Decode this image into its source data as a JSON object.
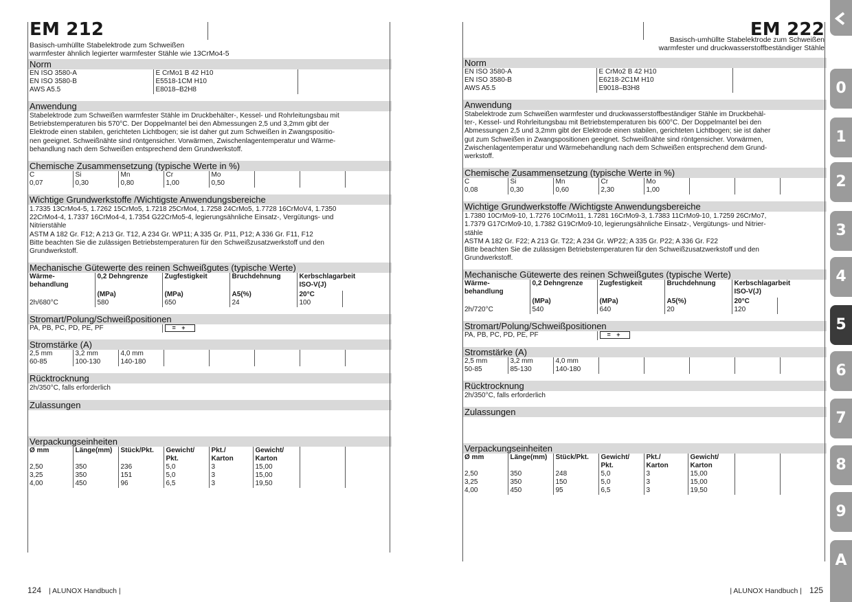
{
  "left": {
    "title": "EM 212",
    "subtitle": [
      "Basisch-umhüllte Stabelektrode zum Schweißen",
      "warmfester ähnlich legierter warmfester Stähle wie 13CrMo4-5"
    ],
    "norm": {
      "heading": "Norm",
      "rows": [
        [
          "EN ISO 3580-A",
          "E CrMo1 B 42 H10"
        ],
        [
          "EN ISO 3580-B",
          "E5518-1CM H10"
        ],
        [
          "AWS A5.5",
          "E8018–B2H8"
        ]
      ]
    },
    "anwendung": {
      "heading": "Anwendung",
      "lines": [
        "Stabelektrode zum Schweißen warmfester Stähle im Druckbehälter-, Kessel- und Rohrleitungsbau mit",
        "Betriebstemperaturen bis 570°C. Der Doppelmantel bei den Abmessungen 2,5 und 3,2mm gibt der",
        "Elektrode einen stabilen, gerichteten Lichtbogen; sie ist daher gut zum Schweißen in Zwangspositio-",
        "nen geeignet. Schweißnähte sind röntgensicher. Vorwärmen, Zwischenlagentemperatur und Wärme-",
        "behandlung nach dem Schweißen entsprechend dem Grundwerkstoff."
      ]
    },
    "chemie": {
      "heading": "Chemische Zusammensetzung (typische Werte in %)",
      "elements": [
        "C",
        "Si",
        "Mn",
        "Cr",
        "Mo"
      ],
      "values": [
        "0,07",
        "0,30",
        "0,80",
        "1,00",
        "0,50"
      ]
    },
    "grundwerkstoffe": {
      "heading": "Wichtige Grundwerkstoffe /Wichtigste Anwendungsbereiche",
      "lines": [
        "1.7335 13CrMo4-5, 1.7262 15CrMo5, 1.7218 25CrMo4, 1.7258 24CrMo5, 1.7728 16CrMoV4, 1.7350",
        "22CrMo4-4, 1.7337 16CrMo4-4, 1.7354 G22CrMo5-4, legierungsähnliche Einsatz-, Vergütungs- und",
        "Nitrierstähle",
        "ASTM A 182 Gr. F12; A 213 Gr. T12, A 234 Gr. WP11; A 335 Gr. P11, P12; A 336 Gr. F11, F12",
        "Bitte beachten Sie die zulässigen Betriebstemperaturen für den Schweißzusatzwerkstoff und den",
        "Grundwerkstoff."
      ]
    },
    "mechanik": {
      "heading": "Mechanische Gütewerte des reinen Schweißgutes (typische Werte)",
      "headers": [
        "Wärme-\nbehandlung",
        "0,2 Dehngrenze",
        "Zugfestigkeit",
        "Bruchdehnung",
        "Kerbschlagarbeit\nISO-V(J)"
      ],
      "units": [
        "",
        "(MPa)",
        "(MPa)",
        "A5(%)",
        "20°C"
      ],
      "values": [
        "2h/680°C",
        "580",
        "650",
        "24",
        "100"
      ]
    },
    "stromart": {
      "heading": "Stromart/Polung/Schweißpositionen",
      "positions": "PA, PB, PC, PD, PE, PF",
      "symbol": "= +"
    },
    "stromstaerke": {
      "heading": "Stromstärke (A)",
      "sizes": [
        "2,5 mm",
        "3,2 mm",
        "4,0 mm"
      ],
      "ranges": [
        "60-85",
        "100-130",
        "140-180"
      ]
    },
    "ruecktrocknung": {
      "heading": "Rücktrocknung",
      "text": "2h/350°C, falls erforderlich"
    },
    "zulassungen": {
      "heading": "Zulassungen"
    },
    "verpackung": {
      "heading": "Verpackungseinheiten",
      "headers": [
        "Ø mm",
        "Länge(mm)",
        "Stück/Pkt.",
        "Gewicht/\nPkt.",
        "Pkt./\nKarton",
        "Gewicht/\nKarton"
      ],
      "rows": [
        [
          "2,50",
          "350",
          "236",
          "5,0",
          "3",
          "15,00"
        ],
        [
          "3,25",
          "350",
          "151",
          "5,0",
          "3",
          "15,00"
        ],
        [
          "4,00",
          "450",
          "96",
          "6,5",
          "3",
          "19,50"
        ]
      ]
    },
    "footer": {
      "page": "124",
      "text": "| ALUNOX Handbuch |"
    }
  },
  "right": {
    "title": "EM 222",
    "subtitle": [
      "Basisch-umhüllte Stabelektrode zum Schweißen",
      "warmfester und druckwasserstoffbeständiger Stähle"
    ],
    "norm": {
      "heading": "Norm",
      "rows": [
        [
          "EN ISO 3580-A",
          "E CrMo2 B 42 H10"
        ],
        [
          "EN ISO 3580-B",
          "E6218-2C1M H10"
        ],
        [
          "AWS A5.5",
          "E9018–B3H8"
        ]
      ]
    },
    "anwendung": {
      "heading": "Anwendung",
      "lines": [
        "Stabelektrode zum Schweißen warmfester und druckwasserstoffbeständiger Stähle im Druckbehäl-",
        "ter-, Kessel- und Rohrleitungsbau mit Betriebstemperaturen bis 600°C. Der Doppelmantel bei den",
        "Abmessungen 2,5 und 3,2mm gibt der Elektrode einen stabilen, gerichteten Lichtbogen; sie ist daher",
        "gut zum Schweißen in Zwangspositionen geeignet. Schweißnähte sind röntgensicher. Vorwärmen,",
        "Zwischenlagentemperatur und Wärmebehandlung nach dem Schweißen entsprechend dem Grund-",
        "werkstoff."
      ]
    },
    "chemie": {
      "heading": "Chemische Zusammensetzung (typische Werte in %)",
      "elements": [
        "C",
        "Si",
        "Mn",
        "Cr",
        "Mo"
      ],
      "values": [
        "0,08",
        "0,30",
        "0,60",
        "2,30",
        "1,00"
      ]
    },
    "grundwerkstoffe": {
      "heading": "Wichtige Grundwerkstoffe /Wichtigste Anwendungsbereiche",
      "lines": [
        "1.7380 10CrMo9-10, 1.7276 10CrMo11, 1.7281 16CrMo9-3, 1.7383 11CrMo9-10, 1.7259 26CrMo7,",
        "1.7379 G17CrMo9-10, 1.7382 G19CrMo9-10, legierungsähnliche Einsatz-, Vergütungs- und Nitrier-",
        "stähle",
        "ASTM A 182 Gr. F22; A 213 Gr. T22; A 234 Gr. WP22; A 335 Gr. P22; A 336 Gr. F22",
        "Bitte beachten Sie die zulässigen Betriebstemperaturen für den Schweißzusatzwerkstoff und den",
        "Grundwerkstoff."
      ]
    },
    "mechanik": {
      "heading": "Mechanische Gütewerte des reinen Schweißgutes (typische Werte)",
      "headers": [
        "Wärme-\nbehandlung",
        "0,2 Dehngrenze",
        "Zugfestigkeit",
        "Bruchdehnung",
        "Kerbschlagarbeit\nISO-V(J)"
      ],
      "units": [
        "",
        "(MPa)",
        "(MPa)",
        "A5(%)",
        "20°C"
      ],
      "values": [
        "2h/720°C",
        "540",
        "640",
        "20",
        "120"
      ]
    },
    "stromart": {
      "heading": "Stromart/Polung/Schweißpositionen",
      "positions": "PA, PB, PC, PD, PE, PF",
      "symbol": "= +"
    },
    "stromstaerke": {
      "heading": "Stromstärke (A)",
      "sizes": [
        "2,5 mm",
        "3,2 mm",
        "4,0 mm"
      ],
      "ranges": [
        "50-85",
        "85-130",
        "140-180"
      ]
    },
    "ruecktrocknung": {
      "heading": "Rücktrocknung",
      "text": "2h/350°C, falls erforderlich"
    },
    "zulassungen": {
      "heading": "Zulassungen"
    },
    "verpackung": {
      "heading": "Verpackungseinheiten",
      "headers": [
        "Ø mm",
        "Länge(mm)",
        "Stück/Pkt.",
        "Gewicht/\nPkt.",
        "Pkt./\nKarton",
        "Gewicht/\nKarton"
      ],
      "rows": [
        [
          "2,50",
          "350",
          "248",
          "5,0",
          "3",
          "15,00"
        ],
        [
          "3,25",
          "350",
          "150",
          "5,0",
          "3",
          "15,00"
        ],
        [
          "4,00",
          "450",
          "95",
          "6,5",
          "3",
          "19,50"
        ]
      ]
    },
    "footer": {
      "text": "| ALUNOX Handbuch |",
      "page": "125"
    }
  },
  "tabs": {
    "labels": [
      "0",
      "1",
      "2",
      "3",
      "4",
      "5",
      "6",
      "7",
      "8",
      "9",
      "A"
    ],
    "active": "5"
  }
}
